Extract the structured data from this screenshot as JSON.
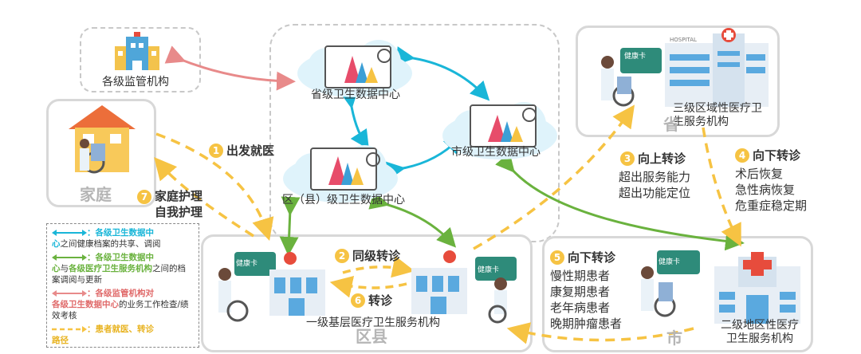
{
  "nodes": {
    "supervision": "各级监管机构",
    "province_center": "省级卫生数据中心",
    "city_center": "市级卫生数据中心",
    "county_center": "区（县）级卫生数据中心",
    "tertiary": "三级区域性医疗卫生服务机构",
    "province_tag": "省",
    "home_tag": "家庭",
    "primary": "一级基层医疗卫生服务机构",
    "county_tag": "区县",
    "secondary": "二级地区性医疗卫生服务机构",
    "city_tag": "市"
  },
  "card_label": "健康卡",
  "hospital_sign": "HOSPITAL",
  "steps": {
    "s1": {
      "num": "1",
      "label": "出发就医"
    },
    "s2": {
      "num": "2",
      "label": "同级转诊"
    },
    "s3": {
      "num": "3",
      "label": "向上转诊",
      "lines": [
        "超出服务能力",
        "超出功能定位"
      ]
    },
    "s4": {
      "num": "4",
      "label": "向下转诊",
      "lines": [
        "术后恢复",
        "急性病恢复",
        "危重症稳定期"
      ]
    },
    "s5": {
      "num": "5",
      "label": "向下转诊",
      "lines": [
        "慢性期患者",
        "康复期患者",
        "老年病患者",
        "晚期肿瘤患者"
      ]
    },
    "s6": {
      "num": "6",
      "label": "转诊"
    },
    "s7": {
      "num": "7",
      "label_a": "家庭护理",
      "label_b": "自我护理"
    }
  },
  "legend": {
    "cyan_a": "：各级卫生数据中",
    "cyan_b": "心",
    "cyan_c": "之间健康档案的共享、调阅",
    "green_a": "：各级卫生数据中",
    "green_b": "心",
    "green_c": "与",
    "green_d": "各级医疗卫生服务机构",
    "green_e": "之间的档案调阅与更新",
    "red_a": "：各级监管机构对",
    "red_b": "各级卫生数据中心",
    "red_c": "的业务工作检查/绩效考核",
    "yel_a": "：患者就医、转诊",
    "yel_b": "路径"
  },
  "colors": {
    "cyan": "#19b6d8",
    "green": "#6ab23e",
    "red": "#e88a8a",
    "yellow": "#f6c343"
  }
}
